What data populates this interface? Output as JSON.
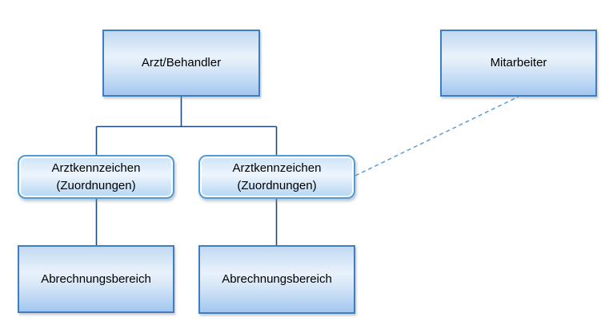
{
  "diagram": {
    "nodes": [
      {
        "id": "arzt-behandler",
        "label": "Arzt/Behandler",
        "shape": "rectangle"
      },
      {
        "id": "mitarbeiter",
        "label": "Mitarbeiter",
        "shape": "rectangle"
      },
      {
        "id": "arztkennzeichen-left",
        "label": "Arztkennzeichen (Zuordnungen)",
        "shape": "rounded-rectangle"
      },
      {
        "id": "arztkennzeichen-right",
        "label": "Arztkennzeichen (Zuordnungen)",
        "shape": "rounded-rectangle"
      },
      {
        "id": "abrechnungsbereich-left",
        "label": "Abrechnungsbereich",
        "shape": "rectangle"
      },
      {
        "id": "abrechnungsbereich-right",
        "label": "Abrechnungsbereich",
        "shape": "rectangle"
      }
    ],
    "edges": [
      {
        "from": "arzt-behandler",
        "to": "arztkennzeichen-left",
        "style": "solid-elbow"
      },
      {
        "from": "arzt-behandler",
        "to": "arztkennzeichen-right",
        "style": "solid-elbow"
      },
      {
        "from": "arztkennzeichen-left",
        "to": "abrechnungsbereich-left",
        "style": "solid"
      },
      {
        "from": "arztkennzeichen-right",
        "to": "abrechnungsbereich-right",
        "style": "solid"
      },
      {
        "from": "mitarbeiter",
        "to": "arztkennzeichen-right",
        "style": "dashed"
      }
    ],
    "colors": {
      "rect_border": "#3e7dc2",
      "rounded_border": "#4e9bd8",
      "fill_light": "#e9f2fb",
      "fill_dark": "#a3c7ef",
      "connector": "#1f497d",
      "dashed_connector": "#5b9bd5",
      "text": "#000000",
      "background": "#ffffff"
    }
  }
}
